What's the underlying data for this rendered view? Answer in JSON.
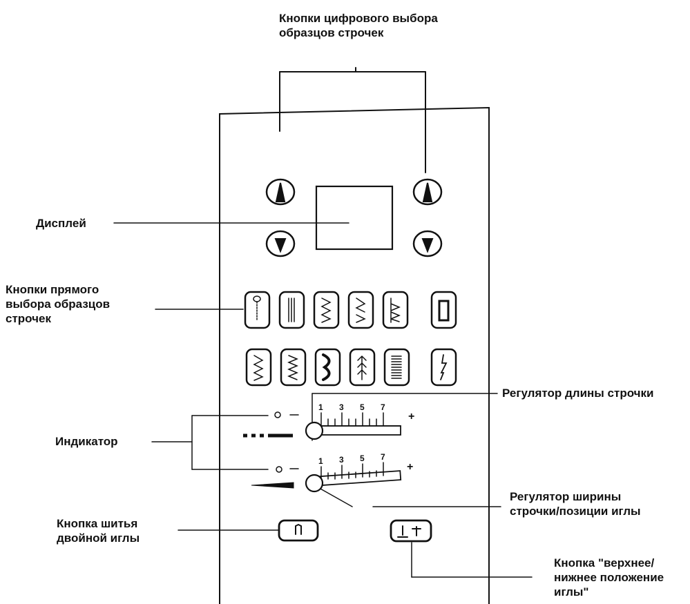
{
  "labels": {
    "digit_select": [
      "Кнопки цифрового выбора",
      "образцов строчек"
    ],
    "display": "Дисплей",
    "direct_select": [
      "Кнопки прямого",
      "выбора образцов",
      "строчек"
    ],
    "indicator": "Индикатор",
    "length_regulator": "Регулятор длины строчки",
    "width_regulator": [
      "Регулятор ширины",
      "строчки/позиции иглы"
    ],
    "twin_needle": [
      "Кнопка шитья",
      "двойной иглы"
    ],
    "needle_updown": [
      "Кнопка \"верхнее/",
      "нижнее положение",
      "иглы\""
    ]
  },
  "scale": {
    "ticks": [
      "1",
      "3",
      "5",
      "7"
    ],
    "minus": "–",
    "plus": "+"
  },
  "stitch_buttons_row1": [
    "buttonhole-stitch-icon",
    "straight-stitch-icon",
    "zigzag-stitch-icon",
    "triple-zigzag-stitch-icon",
    "blind-hem-stitch-icon",
    "bartack-stitch-icon"
  ],
  "stitch_buttons_row2": [
    "multi-zigzag-stitch-icon",
    "elastic-zigzag-stitch-icon",
    "scallop-stitch-icon",
    "feather-stitch-icon",
    "satin-stitch-icon",
    "lightning-stitch-icon"
  ],
  "colors": {
    "ink": "#111111",
    "background": "#ffffff"
  }
}
